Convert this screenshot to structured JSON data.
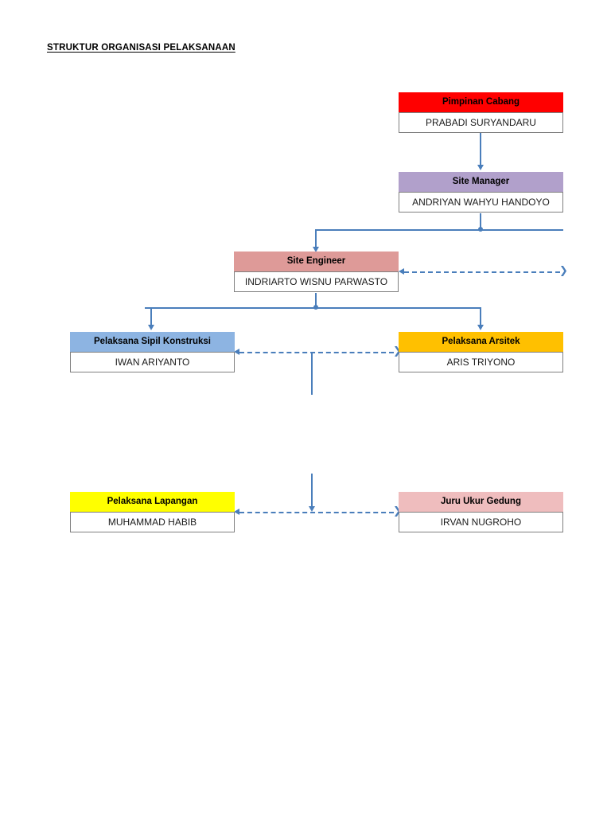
{
  "document": {
    "title": "STRUKTUR ORGANISASI PELAKSANAAN"
  },
  "chart_type": "organization-chart",
  "colors": {
    "connector": "#4A7EBB",
    "pimpinan_cabang": "#FF0000",
    "site_manager": "#B1A0CB",
    "site_engineer": "#DE9A98",
    "pelaksana_sipil_konstruksi": "#8DB4E2",
    "pelaksana_arsitek": "#FFC000",
    "pelaksana_lapangan": "#FFFF00",
    "juru_ukur_gedung": "#EFBDBE",
    "box_border": "#7F7F7F",
    "box_fill": "#FFFFFF",
    "text": "#000000"
  },
  "nodes": [
    {
      "id": "pimpinan-cabang",
      "title": "Pimpinan Cabang",
      "name": "PRABADI SURYANDARU",
      "level": 1
    },
    {
      "id": "site-manager",
      "title": "Site Manager",
      "name": "ANDRIYAN WAHYU HANDOYO",
      "level": 2
    },
    {
      "id": "site-engineer",
      "title": "Site Engineer",
      "name": "INDRIARTO WISNU PARWASTO",
      "level": 3
    },
    {
      "id": "pelaksana-sipil-konstruksi",
      "title": "Pelaksana Sipil Konstruksi",
      "name": "IWAN ARIYANTO",
      "level": 4
    },
    {
      "id": "pelaksana-arsitek",
      "title": "Pelaksana Arsitek",
      "name": "ARIS TRIYONO",
      "level": 4
    },
    {
      "id": "pelaksana-lapangan",
      "title": "Pelaksana Lapangan",
      "name": "MUHAMMAD HABIB",
      "level": 5
    },
    {
      "id": "juru-ukur-gedung",
      "title": "Juru Ukur Gedung",
      "name": "IRVAN NUGROHO",
      "level": 5
    }
  ],
  "connections": [
    {
      "from": "pimpinan-cabang",
      "to": "site-manager",
      "style": "solid",
      "direction": "down"
    },
    {
      "from": "site-manager",
      "to": "site-engineer",
      "style": "solid",
      "direction": "down"
    },
    {
      "from": "site-manager",
      "to": "right-bus",
      "style": "solid",
      "direction": "horizontal"
    },
    {
      "from": "site-engineer",
      "to": "right-open",
      "style": "dashed",
      "direction": "bidirectional"
    },
    {
      "from": "site-engineer",
      "to": "pelaksana-sipil-konstruksi",
      "style": "solid",
      "direction": "down"
    },
    {
      "from": "site-engineer",
      "to": "pelaksana-arsitek",
      "style": "solid",
      "direction": "down"
    },
    {
      "from": "pelaksana-sipil-konstruksi",
      "to": "pelaksana-arsitek",
      "style": "dashed",
      "direction": "bidirectional"
    },
    {
      "from": "pelaksana-lapangan",
      "to": "juru-ukur-gedung",
      "style": "dashed",
      "direction": "bidirectional"
    },
    {
      "from": "site-engineer-branch",
      "to": "bottom-row",
      "style": "solid",
      "direction": "down"
    }
  ]
}
